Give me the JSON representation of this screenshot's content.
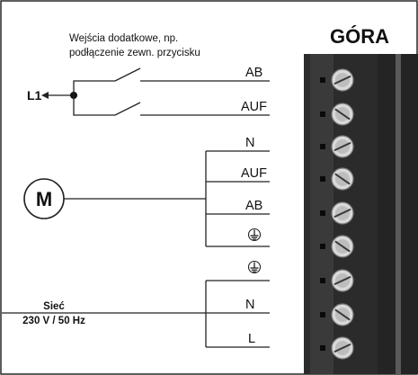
{
  "header": {
    "title": "GÓRA",
    "note_line1": "Wejścia dodatkowe, np.",
    "note_line2": "podłączenie zewn. przycisku"
  },
  "left": {
    "l1_label": "L1",
    "motor_label": "M",
    "mains_line1": "Sieć",
    "mains_line2": "230 V / 50 Hz"
  },
  "terminals": [
    {
      "label": "AB"
    },
    {
      "label": "AUF"
    },
    {
      "label": "N"
    },
    {
      "label": "AUF"
    },
    {
      "label": "AB"
    },
    {
      "label": "ground-symbol"
    },
    {
      "label": "ground-symbol"
    },
    {
      "label": "N"
    },
    {
      "label": "L"
    }
  ],
  "colors": {
    "block_body": "#2b2b2b",
    "block_highlight": "#5a5a5a",
    "screw": "#d9d9d9",
    "line": "#222222"
  }
}
